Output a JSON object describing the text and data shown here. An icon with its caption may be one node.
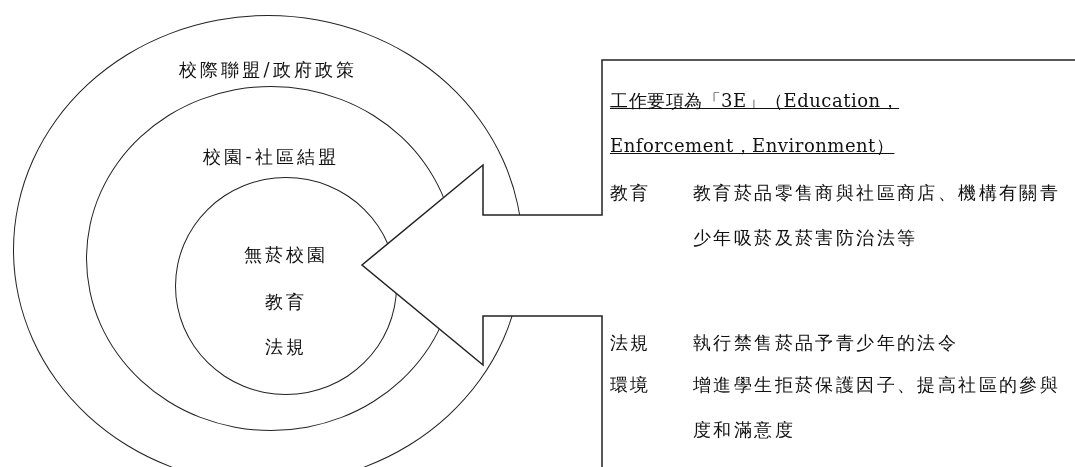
{
  "diagram": {
    "nodes": [
      {
        "text": [
          "校際聯盟/政府政策"
        ]
      },
      {
        "text": [
          "校園-社區結盟"
        ],
        "in": 0
      },
      {
        "text": [
          "無菸校園",
          "教育",
          "法規"
        ],
        "in": 1
      },
      {
        "text": [
          "工作要項為「3E」（Education，Enforcement，Environment）",
          "教育",
          "教育菸品零售商與社區商店、機構有關青少年吸菸及菸害防治法等",
          "法規",
          "執行禁售菸品予青少年的法令",
          "環境",
          "增進學生拒菸保護因子、提高社區的參與度和滿意度"
        ]
      }
    ]
  }
}
